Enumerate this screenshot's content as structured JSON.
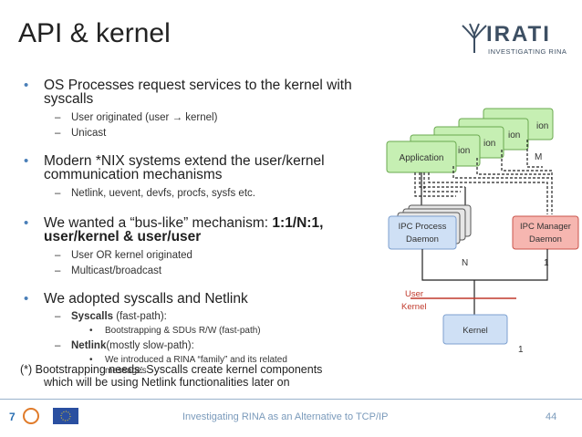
{
  "slide": {
    "title": "API & kernel",
    "logo": {
      "word": "IRATI",
      "tagline": "INVESTIGATING RINA"
    },
    "bullets": [
      {
        "lines": [
          "OS Processes request services to the kernel with",
          "syscalls"
        ],
        "subs": [
          "User originated (user → kernel)",
          "Unicast"
        ]
      },
      {
        "lines": [
          "Modern *NIX systems extend the user/kernel",
          "communication mechanisms"
        ],
        "subs": [
          "Netlink, uevent, devfs, procfs, sysfs etc."
        ]
      },
      {
        "line1_prefix": "We wanted a “bus-like” mechanism: ",
        "line1_bold": "1:1/N:1,",
        "line2_bold": "user/kernel & user/user",
        "subs": [
          "User OR kernel originated",
          "Multicast/broadcast"
        ]
      },
      {
        "lines": [
          "We adopted syscalls and Netlink"
        ],
        "sub1_bold": "Syscalls",
        "sub1_rest": " (fast-path):",
        "sub1_item": "Bootstrapping & SDUs R/W (fast-path)",
        "sub2_bold": "Netlink",
        "sub2_rest": "(mostly slow-path):",
        "sub2_item_lines": [
          "We introduced a RINA “family” and its related",
          "messages"
        ]
      }
    ],
    "footnote": {
      "line1": "(*) Bootstrapping needs: Syscalls create kernel components",
      "line2": "which will be using Netlink functionalities later on"
    },
    "footer": "Investigating RINA as an Alternative to TCP/IP",
    "page_number": "44"
  },
  "diagram": {
    "application_label": "Application",
    "app_stack_partial": [
      "ion",
      "ion",
      "ion",
      "ion"
    ],
    "m_label": "M",
    "ipc_process_lines": [
      "IPC Process",
      "Daemon"
    ],
    "ipc_manager_lines": [
      "IPC Manager",
      "Daemon"
    ],
    "n_label": "N",
    "one_label_top": "1",
    "user_label": "User",
    "kernel_label": "Kernel",
    "kernel_box": "Kernel",
    "one_label_bottom": "1",
    "colors": {
      "app_green": "#c6efb3",
      "app_border": "#6aa84f",
      "ipc_blue": "#cfe0f5",
      "ipc_border": "#7c9fcf",
      "manager_red": "#f6b6b0",
      "manager_border": "#c9544b",
      "boundary_red": "#c0392b"
    }
  }
}
